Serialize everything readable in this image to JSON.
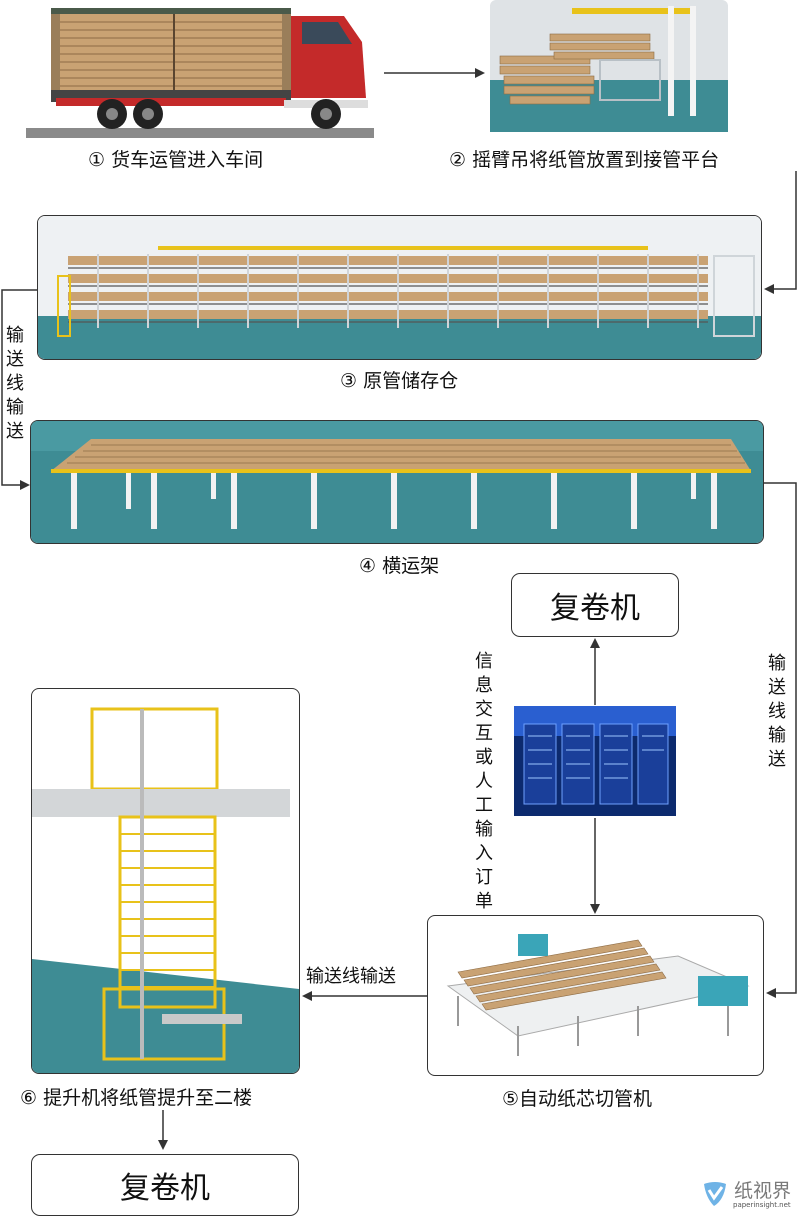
{
  "steps": {
    "step1": "① 货车运管进入车间",
    "step2": "② 摇臂吊将纸管放置到接管平台",
    "step3": "③ 原管储存仓",
    "step4": "④ 横运架",
    "step5": "⑤自动纸芯切管机",
    "step6": "⑥ 提升机将纸管提升至二楼"
  },
  "side_labels": {
    "conveyor_left": "输送线输送",
    "conveyor_right": "输送线输送",
    "conveyor_bottom": "输送线输送",
    "info": "信息交互或人工输入订单"
  },
  "boxes": {
    "rewinder_top": "复卷机",
    "rewinder_bottom": "复卷机"
  },
  "watermark": {
    "name": "纸视界",
    "url": "paperinsight.net"
  },
  "colors": {
    "tube": "#c9a273",
    "truck_red": "#c42a2a",
    "floor": "#3e8c94",
    "frame_yellow": "#e8c21a"
  }
}
